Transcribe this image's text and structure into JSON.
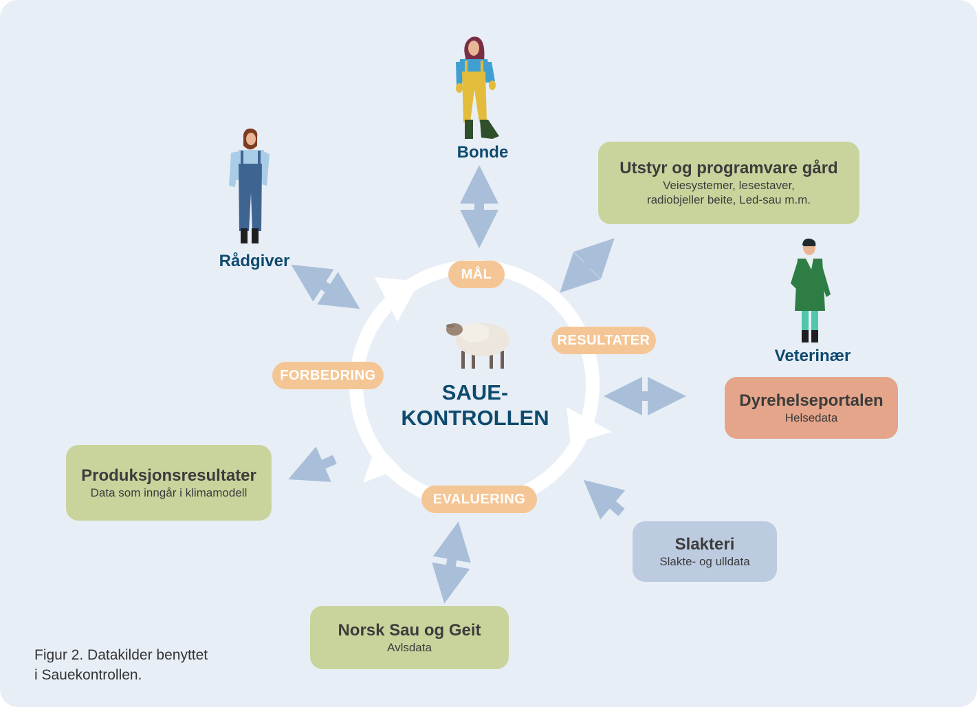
{
  "colors": {
    "background": "#e8eef6",
    "arrow": "#a9bfd9",
    "cycle_ring": "#ffffff",
    "pill": "#f5c695",
    "green_box": "#c9d49d",
    "salmon_box": "#e4a58a",
    "blue_box": "#bccbe0",
    "actor_text": "#0e4a6e"
  },
  "center": {
    "title": "SAUE-\nKONTROLLEN",
    "icon": "sheep-icon"
  },
  "cycle_steps": {
    "maal": "MÅL",
    "resultater": "RESULTATER",
    "evaluering": "EVALUERING",
    "forbedring": "FORBEDRING"
  },
  "actors": {
    "bonde": {
      "label": "Bonde",
      "icon": "farmer-woman-icon"
    },
    "radgiver": {
      "label": "Rådgiver",
      "icon": "advisor-man-icon"
    },
    "veterinaer": {
      "label": "Veterinær",
      "icon": "veterinarian-icon"
    }
  },
  "sources": {
    "utstyr": {
      "title": "Utstyr og programvare gård",
      "subtitle": "Veiesystemer, lesestaver,\nradiobjeller beite, Led-sau m.m."
    },
    "dyrehelse": {
      "title": "Dyrehelseportalen",
      "subtitle": "Helsedata"
    },
    "slakteri": {
      "title": "Slakteri",
      "subtitle": "Slakte- og ulldata"
    },
    "nsg": {
      "title": "Norsk Sau og Geit",
      "subtitle": "Avlsdata"
    },
    "produksjon": {
      "title": "Produksjonsresultater",
      "subtitle": "Data som inngår i klimamodell"
    }
  },
  "caption": "Figur 2. Datakilder benyttet\ni Sauekontrollen."
}
